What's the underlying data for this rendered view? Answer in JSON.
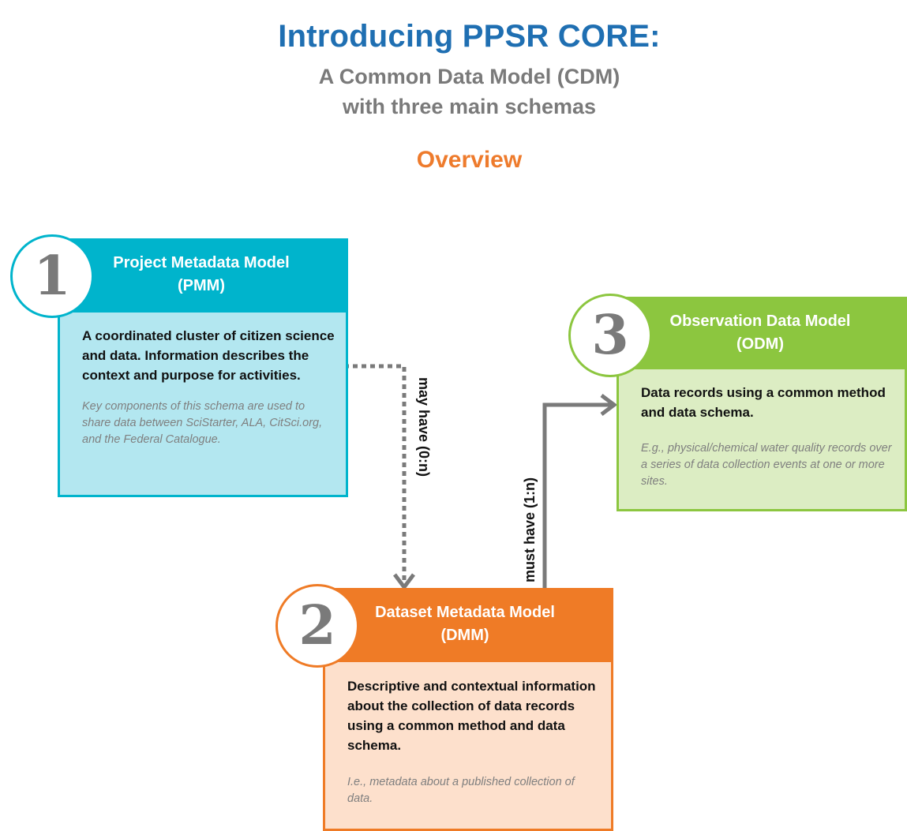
{
  "header": {
    "title": "Introducing PPSR CORE:",
    "subtitle_line1": "A Common Data Model (CDM)",
    "subtitle_line2": "with three main schemas",
    "section": "Overview"
  },
  "schemas": [
    {
      "number": "1",
      "title_line1": "Project Metadata Model",
      "title_line2": "(PMM)",
      "description": "A coordinated cluster of citizen science and data. Information describes the context and purpose for activities.",
      "note": "Key components of this schema are used to share data between SciStarter, ALA, CitSci.org, and the Federal Catalogue."
    },
    {
      "number": "2",
      "title_line1": "Dataset Metadata Model",
      "title_line2": "(DMM)",
      "description": "Descriptive and contextual information about the collection of data records using a common method and data schema.",
      "note": "I.e., metadata about a published collection of data."
    },
    {
      "number": "3",
      "title_line1": "Observation Data Model",
      "title_line2": "(ODM)",
      "description": "Data records using a common method and data schema.",
      "note": "E.g., physical/chemical water quality records over a series of data collection events at one or more sites."
    }
  ],
  "connectors": {
    "pmm_to_dmm": "may have (0:n)",
    "dmm_to_odm": "must have (1:n)"
  },
  "colors": {
    "pmm_header": "#00b4cc",
    "pmm_body": "#b3e7f0",
    "dmm_header": "#ef7b26",
    "dmm_body": "#fde0cc",
    "odm_header": "#8cc63f",
    "odm_body": "#dcedc3",
    "connector": "#7a7a7a"
  }
}
